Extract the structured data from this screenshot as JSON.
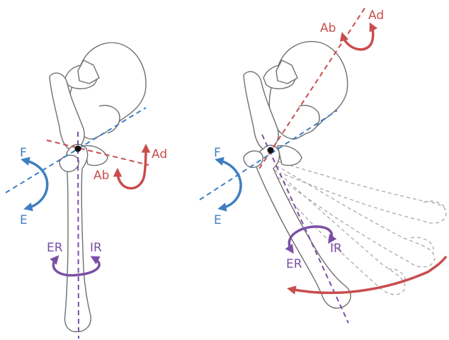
{
  "colors": {
    "flexion": "#3f7fc1",
    "abduction": "#c94d4d",
    "rotation": "#7b4fa5",
    "bone_outline": "#6f6f6f",
    "ghost_outline": "#9a9a9a"
  },
  "left_panel": {
    "labels": {
      "flexion": "F",
      "extension": "E",
      "abduction": "Ab",
      "adduction": "Ad",
      "external_rotation": "ER",
      "internal_rotation": "IR"
    }
  },
  "right_panel": {
    "labels": {
      "flexion": "F",
      "extension": "E",
      "abduction": "Ab",
      "adduction": "Ad",
      "internal_rotation": "IR",
      "external_rotation": "ER"
    }
  }
}
